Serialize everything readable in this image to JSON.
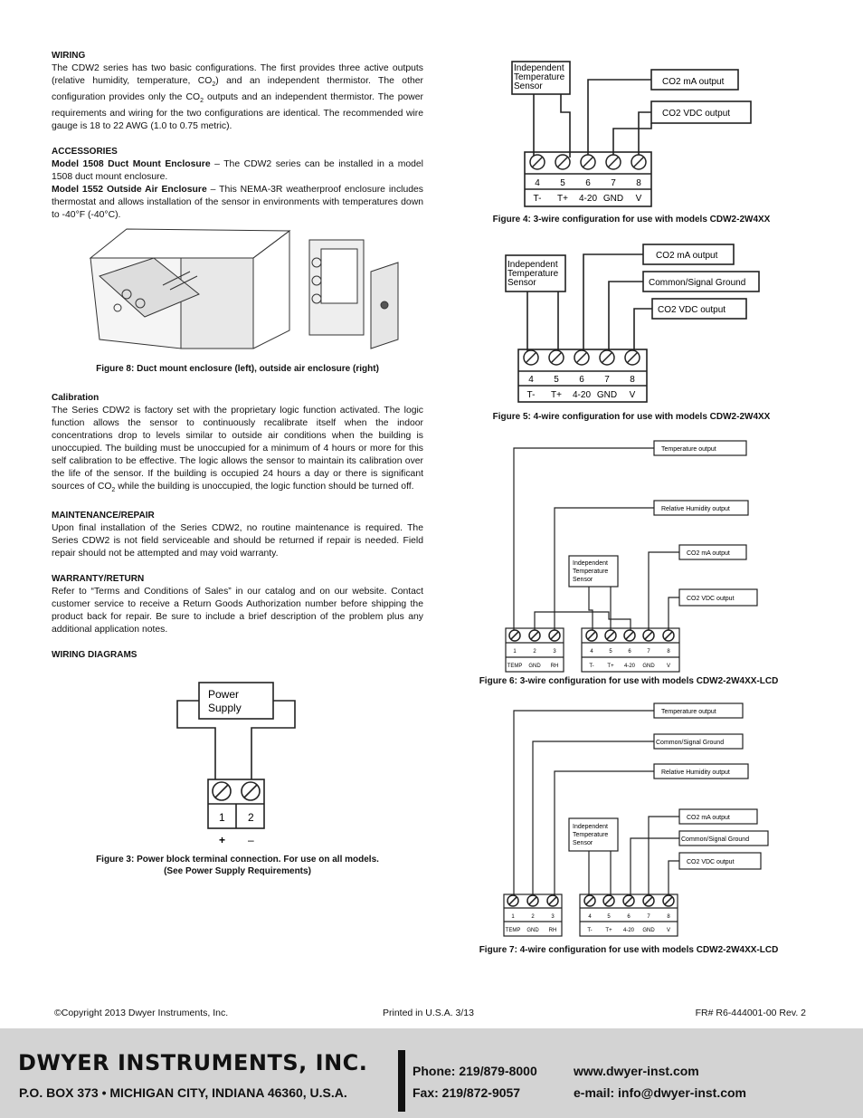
{
  "left_column": {
    "wiring_heading": "WIRING",
    "wiring_text_1": "The CDW2 series has two basic configurations. The first provides three active outputs (relative humidity, temperature, CO",
    "wiring_text_2": ") and an independent thermistor. The other configuration provides only the CO",
    "wiring_text_3": " outputs and an independent thermistor. The power requirements and wiring for the two configurations are identical. The recommended wire gauge is 18 to 22 AWG (1.0 to 0.75 metric).",
    "accessories_heading": "ACCESSORIES",
    "model_1508_label": "Model  1508 Duct Mount Enclosure",
    "model_1508_text": " – The CDW2 series  can be installed in a model 1508 duct mount enclosure.",
    "model_1552_label": "Model  1552  Outside  Air  Enclosure",
    "model_1552_text": " –  This  NEMA-3R  weatherproof  enclosure includes thermostat and allows installation of the sensor in environments with temperatures down to -40°F (-40°C).",
    "figure8_caption": "Figure 8: Duct mount enclosure (left), outside air enclosure (right)",
    "calibration_heading": "Calibration",
    "calibration_text_1": "The Series CDW2 is factory set with the proprietary logic function activated. The logic function allows the sensor to continuously recalibrate itself when the indoor concentrations drop to levels similar to outside air conditions when the building is unoccupied. The building must be unoccupied for a minimum of 4 hours or more for this self calibration to be effective. The logic allows the sensor to maintain its calibration over the life of the sensor. If the building is occupied 24 hours a day or there is significant sources of CO",
    "calibration_text_2": " while the building is unoccupied, the logic function should be turned off.",
    "maintenance_heading": "MAINTENANCE/REPAIR",
    "maintenance_text": "Upon final installation of the Series CDW2, no routine maintenance is required. The Series CDW2 is not field serviceable and should be returned if repair is needed. Field repair should not be attempted and may void warranty.",
    "warranty_heading": "WARRANTY/RETURN",
    "warranty_text": "Refer to “Terms and Conditions of Sales” in our catalog and on our website. Contact customer service to receive a Return Goods Authorization number before shipping the product back for repair. Be sure to include a brief description of the problem plus any additional application notes.",
    "diagrams_heading": "WIRING DIAGRAMS",
    "subscript_2": "2"
  },
  "figure3": {
    "power_supply_line1": "Power",
    "power_supply_line2": "Supply",
    "terminal_1": "1",
    "terminal_2": "2",
    "plus": "+",
    "minus": "–",
    "caption_line1": "Figure 3: Power block terminal connection. For use on all models.",
    "caption_line2": "(See Power Supply Requirements)"
  },
  "diagram_labels": {
    "independent_temp_sensor": [
      "Independent",
      "Temperature",
      "Sensor"
    ],
    "co2_ma_output": "CO2 mA output",
    "co2_vdc_output": "CO2 VDC output",
    "common_signal_ground": "Common/Signal Ground",
    "temperature_output": "Temperature output",
    "relative_humidity_output": "Relative Humidity output",
    "terminal_numbers": [
      "4",
      "5",
      "6",
      "7",
      "8"
    ],
    "terminal_labels": [
      "T-",
      "T+",
      "CO2 4-20",
      "GND",
      "CO2 V"
    ],
    "lcd_left_numbers": [
      "1",
      "2",
      "3"
    ],
    "lcd_left_labels": [
      "TEMP",
      "GND",
      "RH"
    ]
  },
  "captions": {
    "figure4": "Figure 4: 3-wire configuration for use with models CDW2-2W4XX",
    "figure5": "Figure 5: 4-wire configuration for use with models CDW2-2W4XX",
    "figure6": "Figure 6: 3-wire configuration for use with models CDW2-2W4XX-LCD",
    "figure7": "Figure 7: 4-wire configuration for use with models CDW2-2W4XX-LCD"
  },
  "footer": {
    "copyright": "©Copyright 2013 Dwyer Instruments, Inc.",
    "printed": "Printed in U.S.A. 3/13",
    "form_number": "FR# R6-444001-00 Rev. 2",
    "company": "DWYER INSTRUMENTS, INC.",
    "address": "P.O. BOX 373 • MICHIGAN CITY, INDIANA 46360, U.S.A.",
    "phone": "Phone: 219/879-8000",
    "fax": "Fax: 219/872-9057",
    "web": "www.dwyer-inst.com",
    "email": "e-mail: info@dwyer-inst.com"
  }
}
